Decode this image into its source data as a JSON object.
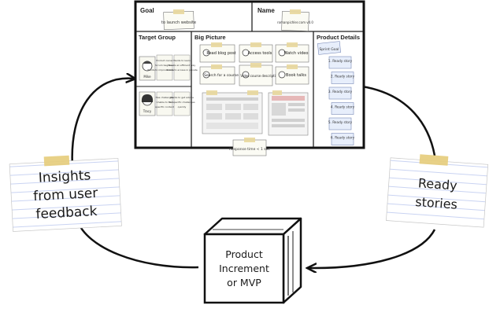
{
  "board": {
    "goal_label": "Goal",
    "goal_value": "to launch website",
    "name_label": "Name",
    "name_value": "romanpichler.com v4.0",
    "target_group_title": "Target Group",
    "big_picture_title": "Big Picture",
    "product_details_title": "Product Details",
    "personas": [
      {
        "name": "Mike",
        "notes": [
          "Product owner",
          "Scrum beginner",
          "Wants to improve knowledge"
        ],
        "problem": [
          "Wants to learn",
          "Needs an efficient way",
          "Wants to access in private"
        ]
      },
      {
        "name": "Tracy",
        "notes": [
          "Has challenges",
          "Unable to find",
          "specific content"
        ],
        "problem": [
          "Wants to get advice",
          "on specific challenges",
          "quickly"
        ]
      }
    ],
    "epics": [
      "Read blog post",
      "Access tools",
      "Watch video",
      "Search for a course",
      "Video course description",
      "Book talks"
    ],
    "ux_notes": [
      "Response time < 1 sec"
    ],
    "sprint_goal": "Sprint Goal",
    "ready_story_label": "Ready story",
    "ready_story_count": 6
  },
  "diagram": {
    "left_note": [
      "Insights",
      "from user",
      "feedback"
    ],
    "right_note": [
      "Ready",
      "stories"
    ],
    "box_label": [
      "Product",
      "Increment",
      "or MVP"
    ]
  }
}
